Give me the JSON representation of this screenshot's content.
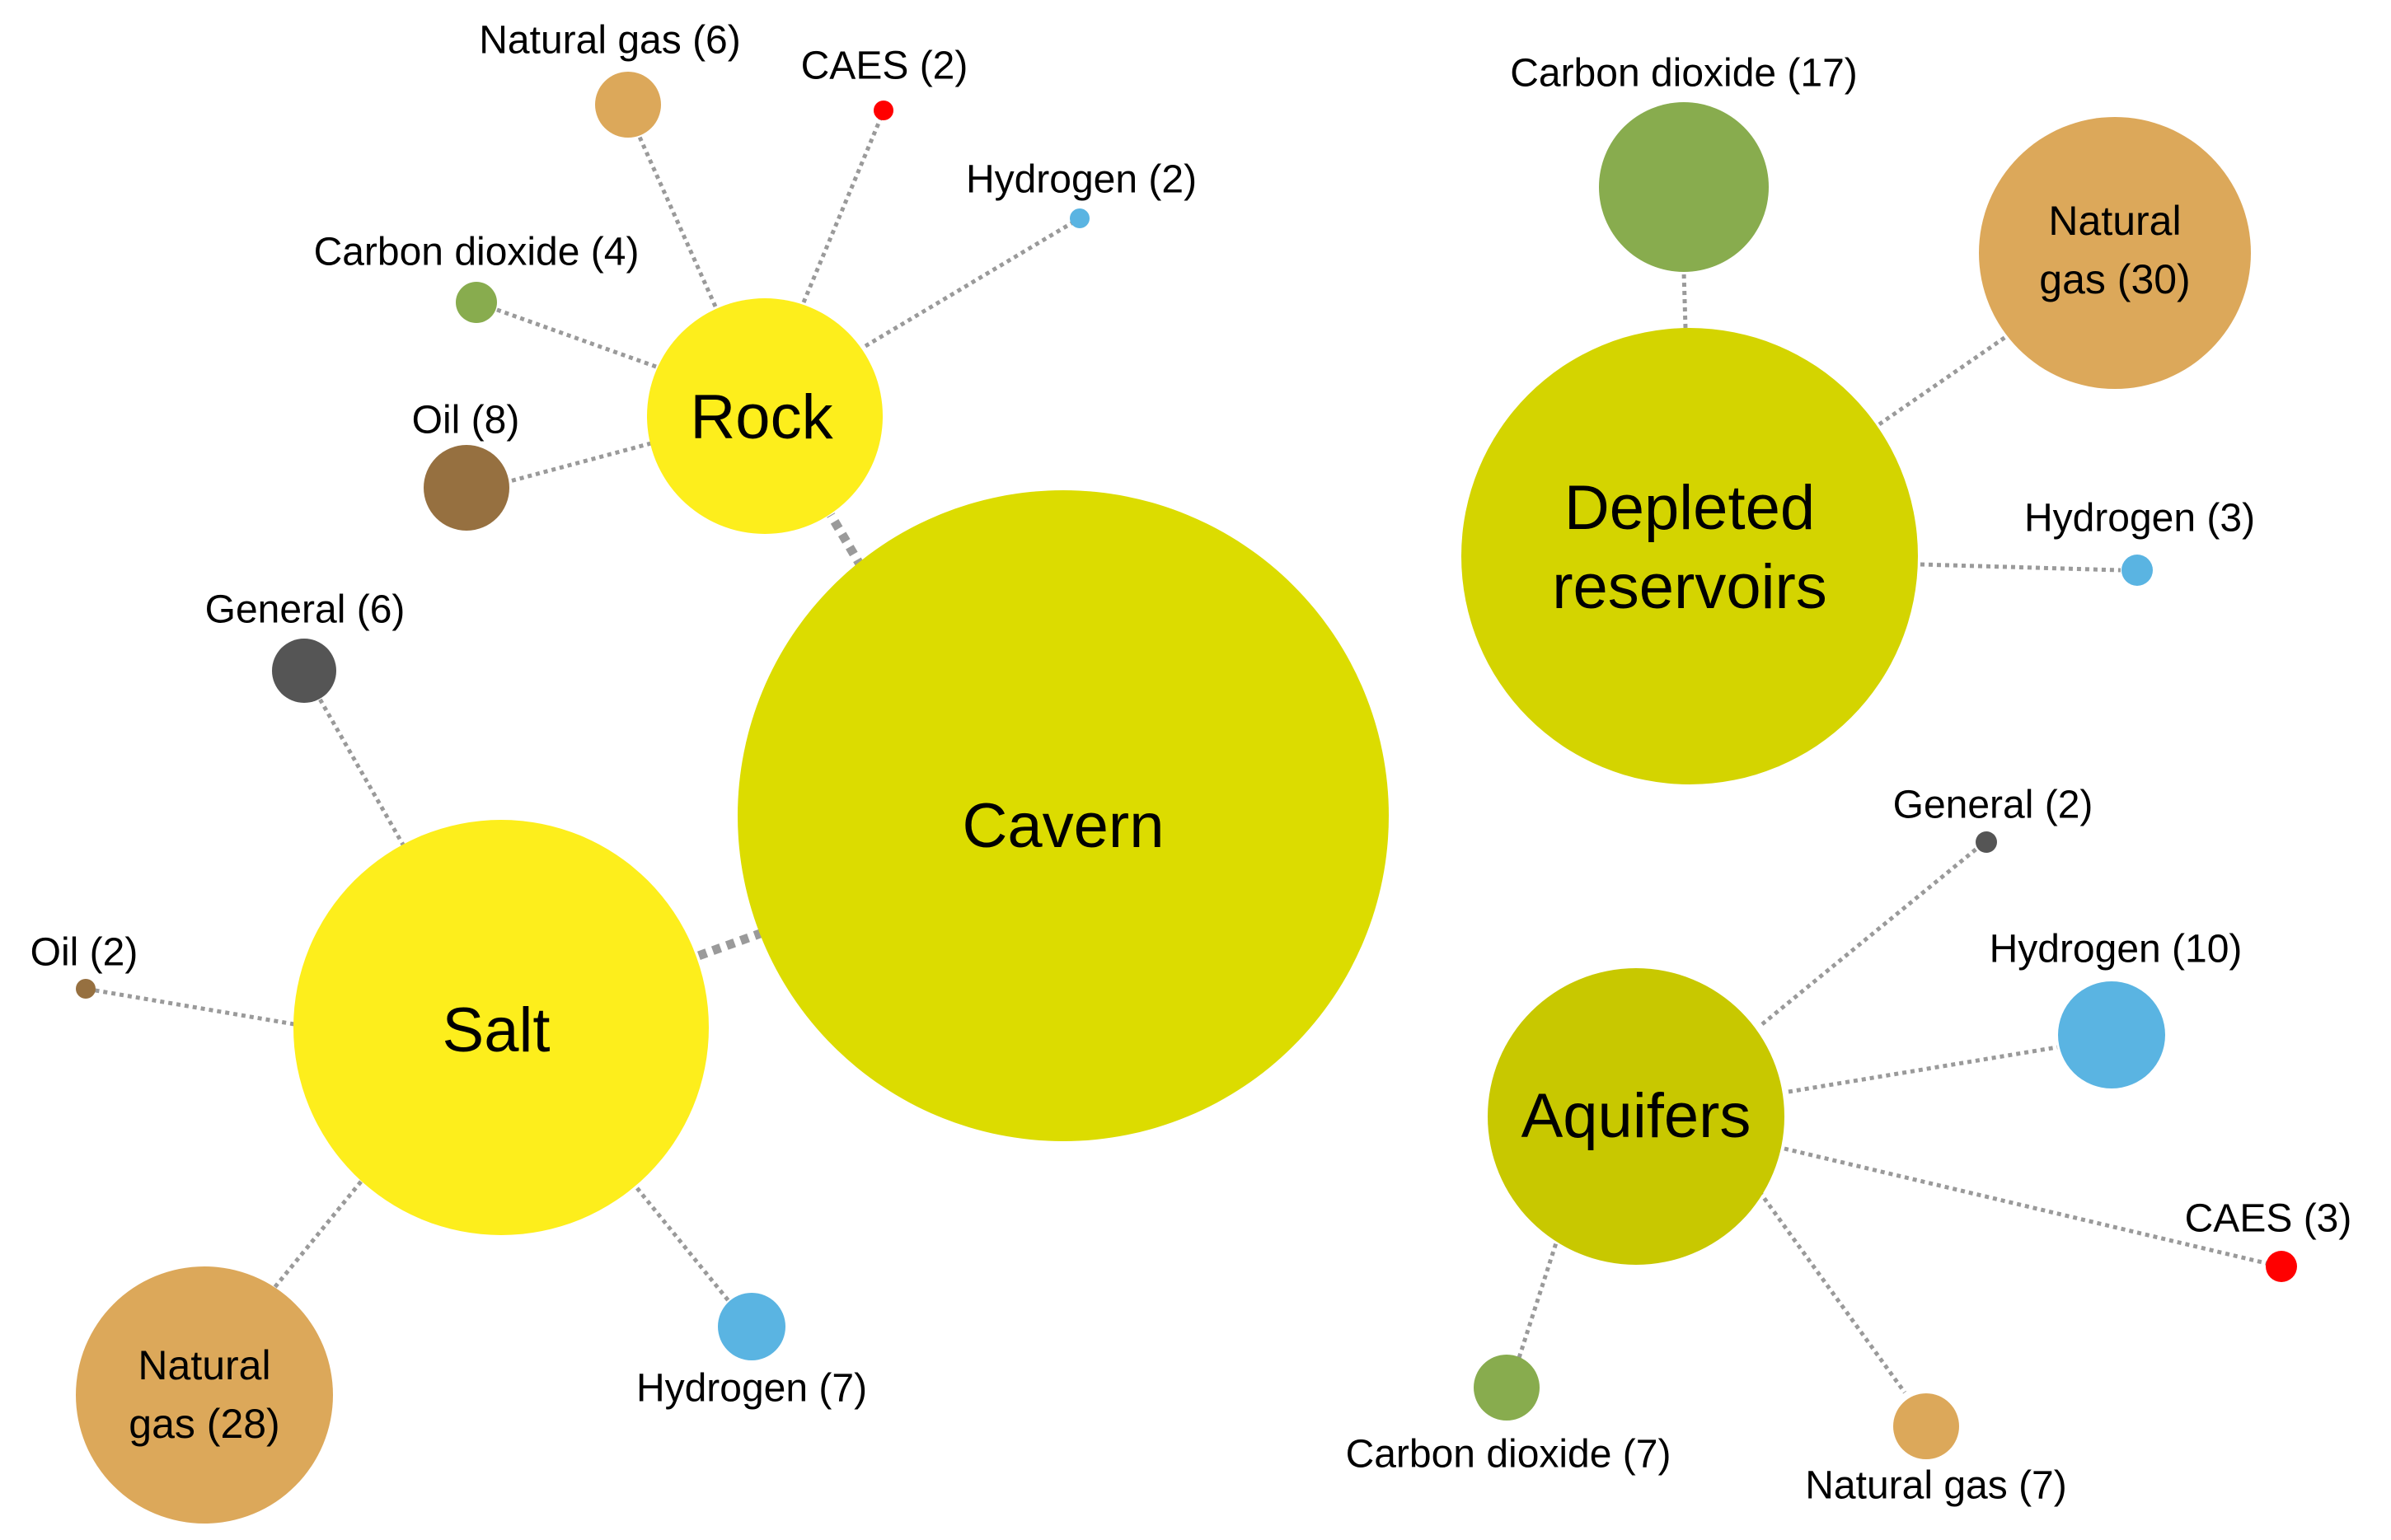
{
  "colors": {
    "cavern": "#dcdc00",
    "rock": "#fdee1c",
    "salt": "#fdee1c",
    "depleted": "#d4d400",
    "aquifers": "#c8c800",
    "natural_gas": "#dca85a",
    "hydrogen": "#5ab4e2",
    "carbon_dioxide": "#88ac4e",
    "oil": "#967040",
    "general": "#555555",
    "caes": "#ff0000",
    "link": "#9a9a9a"
  },
  "hubs": {
    "cavern": {
      "label": "Cavern"
    },
    "rock": {
      "label": "Rock"
    },
    "salt": {
      "label": "Salt"
    },
    "depleted": {
      "label_line1": "Depleted",
      "label_line2": "reservoirs"
    },
    "aquifers": {
      "label": "Aquifers"
    }
  },
  "rock_leaves": {
    "natural_gas": {
      "label": "Natural gas (6)",
      "count": 6
    },
    "caes": {
      "label": "CAES (2)",
      "count": 2
    },
    "hydrogen": {
      "label": "Hydrogen (2)",
      "count": 2
    },
    "carbon_dioxide": {
      "label": "Carbon dioxide (4)",
      "count": 4
    },
    "oil": {
      "label": "Oil (8)",
      "count": 8
    }
  },
  "salt_leaves": {
    "general": {
      "label": "General (6)",
      "count": 6
    },
    "oil": {
      "label": "Oil (2)",
      "count": 2
    },
    "natural_gas": {
      "label_line1": "Natural",
      "label_line2": "gas (28)",
      "count": 28
    },
    "hydrogen": {
      "label": "Hydrogen (7)",
      "count": 7
    }
  },
  "depleted_leaves": {
    "carbon_dioxide": {
      "label": "Carbon dioxide (17)",
      "count": 17
    },
    "natural_gas": {
      "label_line1": "Natural",
      "label_line2": "gas (30)",
      "count": 30
    },
    "hydrogen": {
      "label": "Hydrogen (3)",
      "count": 3
    }
  },
  "aquifers_leaves": {
    "general": {
      "label": "General (2)",
      "count": 2
    },
    "hydrogen": {
      "label": "Hydrogen (10)",
      "count": 10
    },
    "caes": {
      "label": "CAES (3)",
      "count": 3
    },
    "natural_gas": {
      "label": "Natural gas (7)",
      "count": 7
    },
    "carbon_dioxide": {
      "label": "Carbon dioxide (7)",
      "count": 7
    }
  }
}
